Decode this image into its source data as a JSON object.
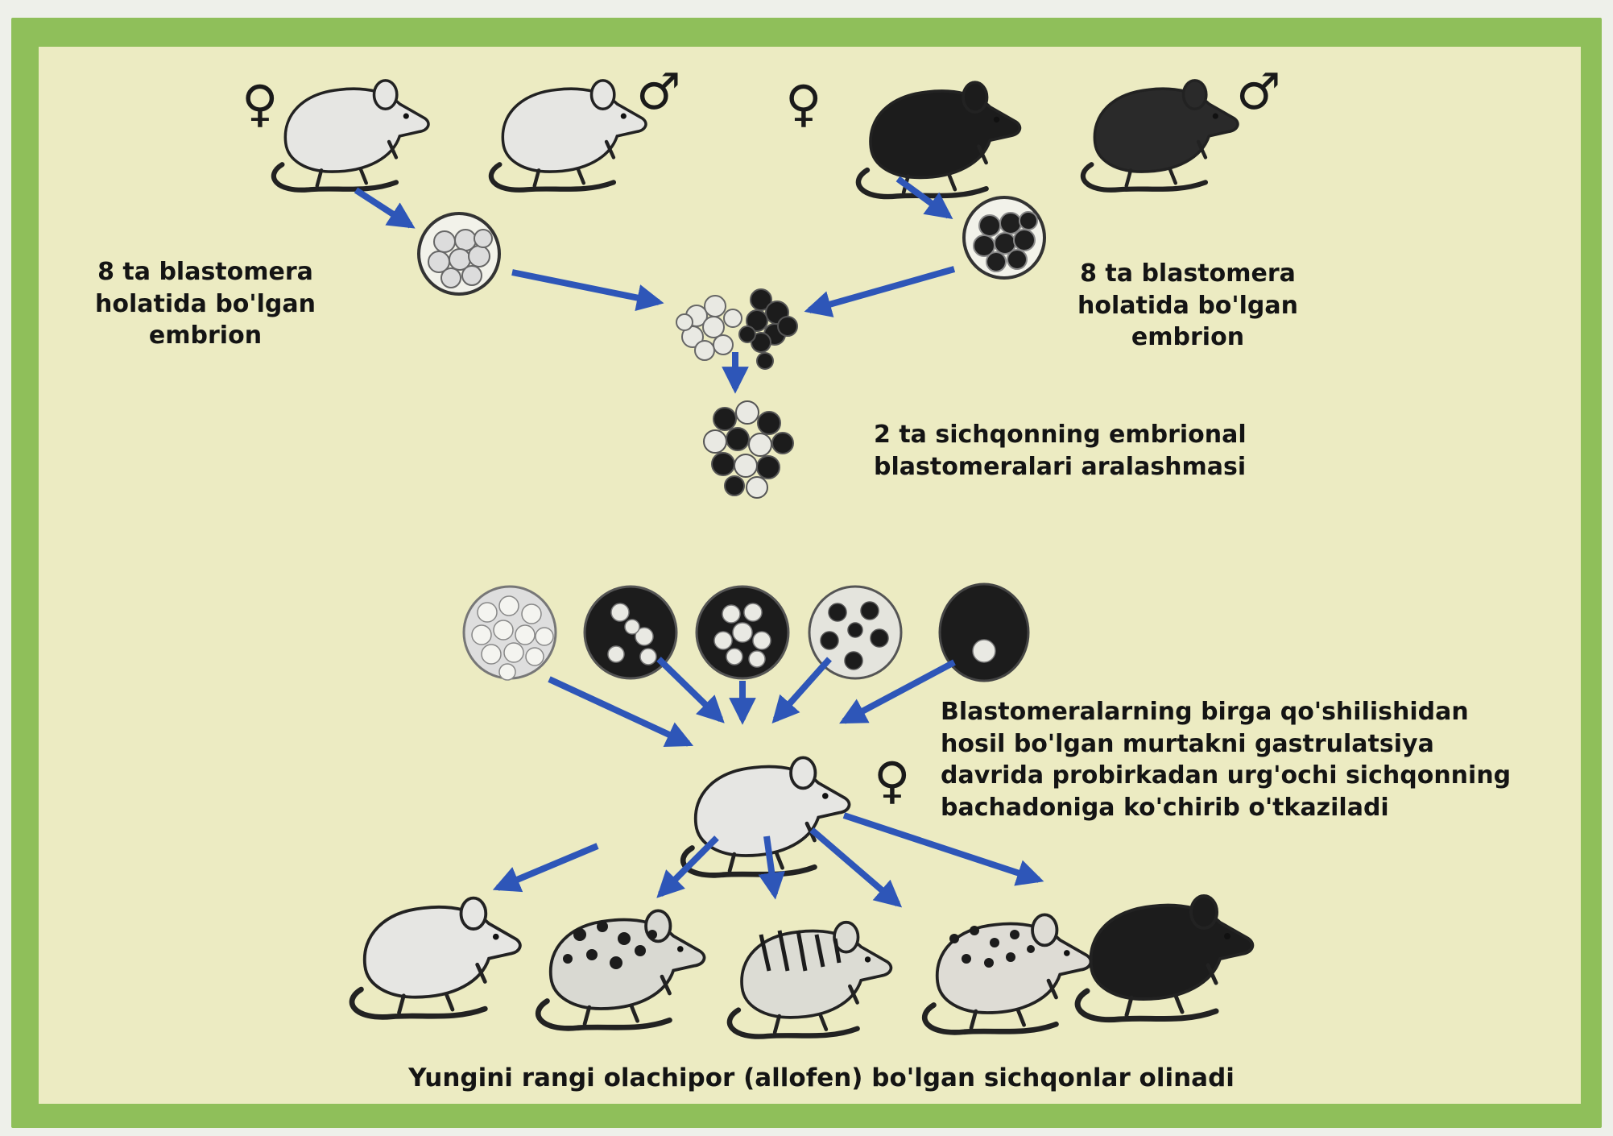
{
  "labels": {
    "embryo_left": "8 ta blastomera\nholatida bo'lgan\nembrion",
    "embryo_right": "8 ta blastomera\nholatida bo'lgan\nembrion",
    "mixture": "2 ta sichqonning embrional\nblastomeralari aralashmasi",
    "transfer": "Blastomeralarning birga qo'shilishidan\nhosil bo'lgan murtakni gastrulatsiya\ndavrida probirkadan urg'ochi sichqonning\nbachadoniga ko'chirib o'tkaziladi",
    "result": "Yungini rangi olachipor (allofen) bo'lgan sichqonlar olinadi"
  },
  "symbols": {
    "female": "♀",
    "male": "♂"
  },
  "colors": {
    "frame": "#8fbf5a",
    "panel": "#ecebc2",
    "arrow": "#2e56b8",
    "white_mouse": "#e6e6e3",
    "black_mouse": "#1c1c1c"
  }
}
